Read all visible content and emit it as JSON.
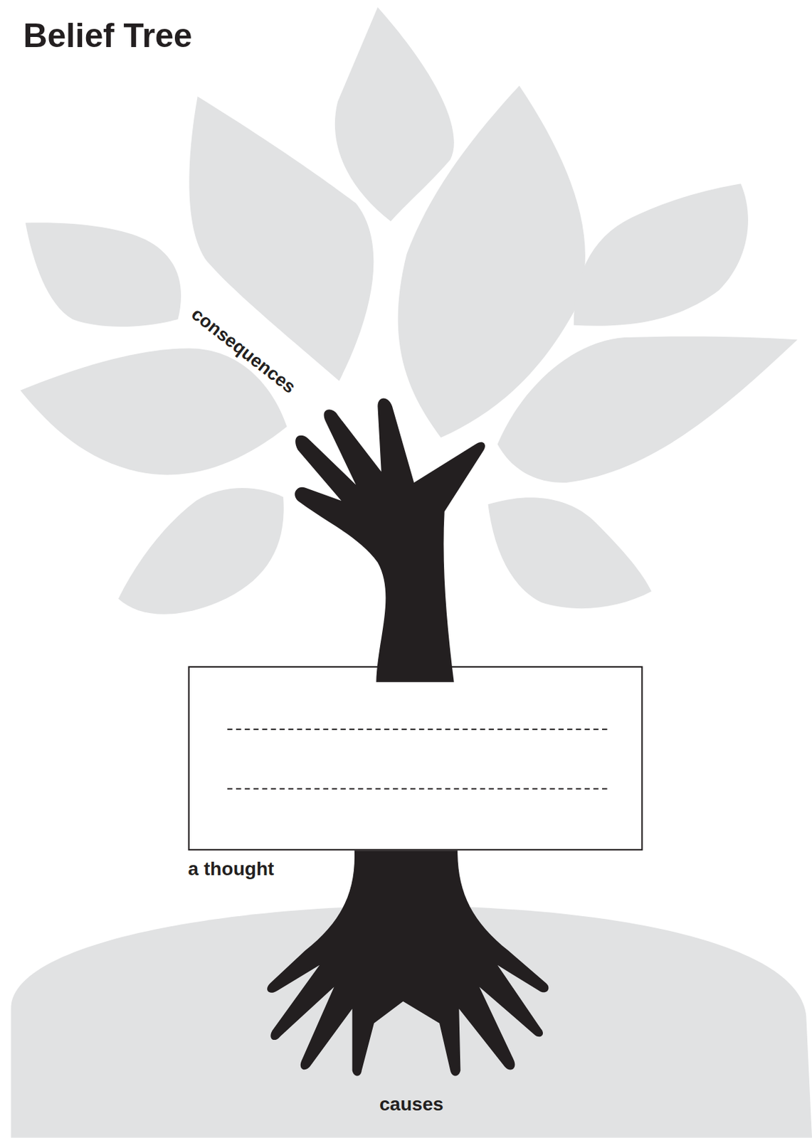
{
  "diagram": {
    "title": "Belief Tree",
    "nodes": [
      {
        "text": [
          "a thought"
        ]
      },
      {
        "text": [
          "causes"
        ]
      }
    ],
    "labels": [
      "consequences"
    ]
  }
}
